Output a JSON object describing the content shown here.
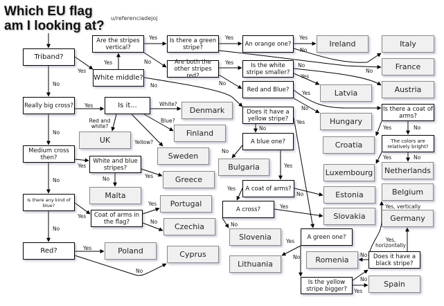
{
  "title_line1": "Which EU flag",
  "title_line2": "am I looking at?",
  "author": "u/referenciadejoj",
  "questions": {
    "triband": "Triband?",
    "stripes_vertical": "Are the stripes vertical?",
    "green_stripe": "Is there a green stripe?",
    "white_middle": "White middle?",
    "both_red": "Are both the other stripes red?",
    "orange": "An orange one?",
    "white_smaller": "Is the white stripe smaller?",
    "red_blue": "Red and Blue?",
    "yellow_stripe": "Does it have a yellow stripe?",
    "coat_of_arms_top": "Is there a coat of arms?",
    "bright": "The colors are relatively bright?",
    "big_cross": "Really big cross?",
    "is_it": "Is it...",
    "medium_cross": "Medium cross then?",
    "white_blue": "White and blue stripes?",
    "any_blue": "Is there any kind of blue?",
    "coat_in_flag": "Coat of arms in the flag?",
    "red": "Red?",
    "blue_one": "A blue one?",
    "coat_of_arms": "A coat of arms?",
    "cross": "A cross?",
    "green_one": "A green one?",
    "black_stripe": "Does it have a black stripe?",
    "yellow_bigger": "Is the yellow stripe bigger?"
  },
  "countries": {
    "ireland": "Ireland",
    "italy": "Italy",
    "france": "France",
    "austria": "Austria",
    "latvia": "Latvia",
    "hungary": "Hungary",
    "croatia": "Croatia",
    "denmark": "Denmark",
    "finland": "Finland",
    "uk": "UK",
    "sweden": "Sweden",
    "greece": "Greece",
    "malta": "Malta",
    "portugal": "Portugal",
    "czechia": "Czechia",
    "poland": "Poland",
    "cyprus": "Cyprus",
    "bulgaria": "Bulgaria",
    "luxembourg": "Luxembourg",
    "netherlands": "Netherlands",
    "estonia": "Estonia",
    "belgium": "Belgium",
    "slovakia": "Slovakia",
    "germany": "Germany",
    "slovenia": "Slovenia",
    "lithuania": "Lithuania",
    "romenia": "Romenia",
    "spain": "Spain"
  },
  "edge_labels": {
    "yes": "Yes",
    "no": "No",
    "white": "White?",
    "blue": "Blue?",
    "yellow": "Yellow?",
    "red_white": "Red and white?",
    "yes_vertically": "Yes, vertically",
    "yes_horizontally": "Yes, horizontally"
  }
}
